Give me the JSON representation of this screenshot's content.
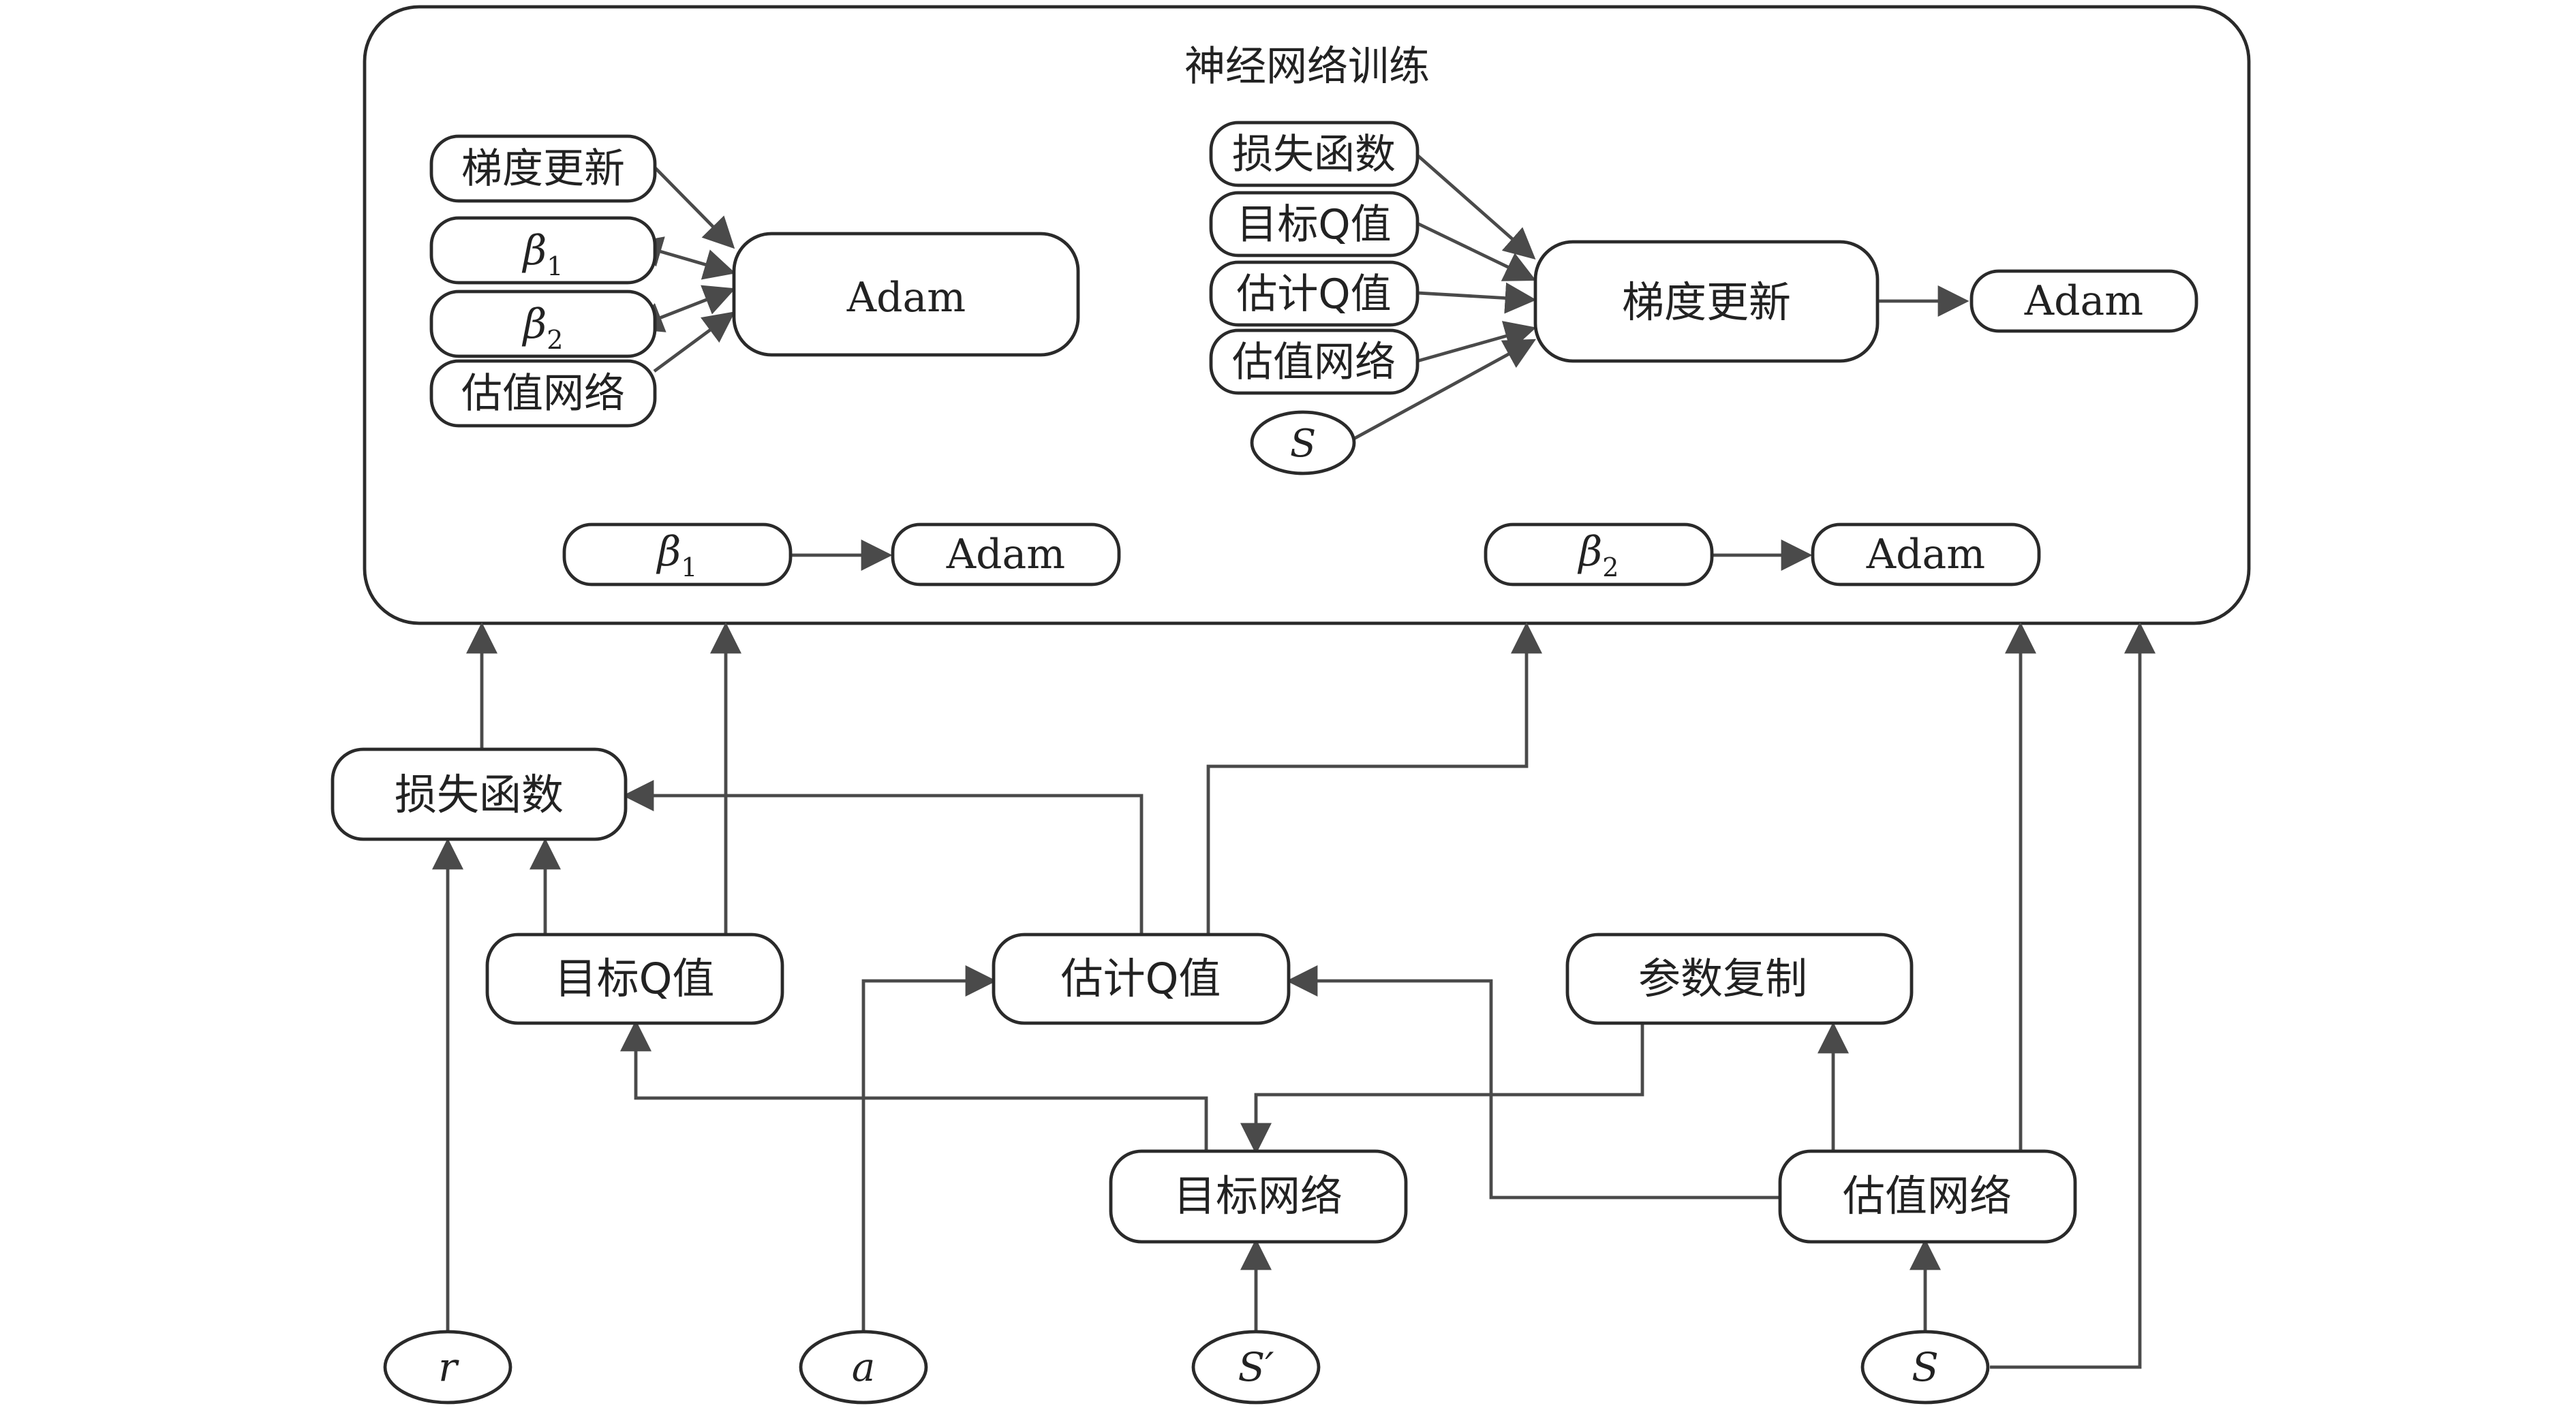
{
  "group": {
    "title": "神经网络训练"
  },
  "nodes": {
    "t_grad1": "梯度更新",
    "t_beta1": "β",
    "t_beta1_sub": "1",
    "t_beta2": "β",
    "t_beta2_sub": "2",
    "t_est1": "估值网络",
    "t_adam1": "Adam",
    "t_loss": "损失函数",
    "t_targetq": "目标Q值",
    "t_estq": "估计Q值",
    "t_est2": "估值网络",
    "t_s_small": "S",
    "t_grad2": "梯度更新",
    "t_adam2": "Adam",
    "t_beta3": "β",
    "t_beta3_sub": "1",
    "t_adam3": "Adam",
    "t_beta4": "β",
    "t_beta4_sub": "2",
    "t_adam4": "Adam",
    "loss": "损失函数",
    "targetq": "目标Q值",
    "estq": "估计Q值",
    "param_copy": "参数复制",
    "target_net": "目标网络",
    "est_net": "估值网络",
    "r": "r",
    "a": "a",
    "s_prime": "S′",
    "s": "S"
  },
  "colors": {
    "stroke": "#2a2a2a",
    "edge": "#4a4a4a",
    "text": "#222222"
  }
}
